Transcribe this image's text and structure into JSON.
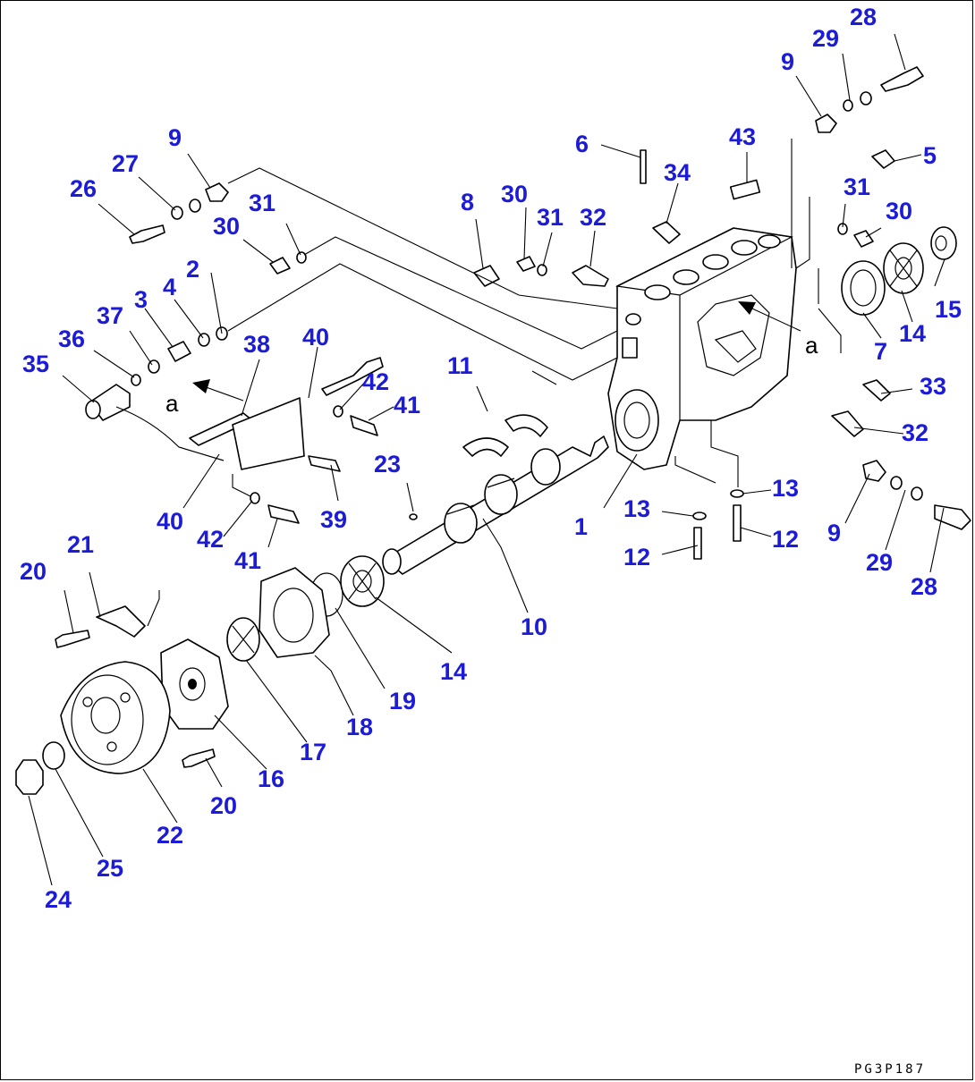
{
  "figure": {
    "code": "PG3P187",
    "view_marks": [
      "a",
      "a"
    ],
    "label_color": "#1c1cd8",
    "callouts": [
      "1",
      "2",
      "3",
      "4",
      "5",
      "6",
      "7",
      "8",
      "9",
      "9",
      "9",
      "10",
      "11",
      "12",
      "12",
      "13",
      "13",
      "14",
      "14",
      "15",
      "16",
      "17",
      "18",
      "19",
      "20",
      "20",
      "21",
      "22",
      "23",
      "24",
      "25",
      "26",
      "27",
      "28",
      "28",
      "29",
      "29",
      "30",
      "30",
      "30",
      "31",
      "31",
      "31",
      "32",
      "32",
      "33",
      "34",
      "35",
      "36",
      "37",
      "38",
      "39",
      "40",
      "40",
      "41",
      "41",
      "42",
      "42",
      "43"
    ]
  }
}
